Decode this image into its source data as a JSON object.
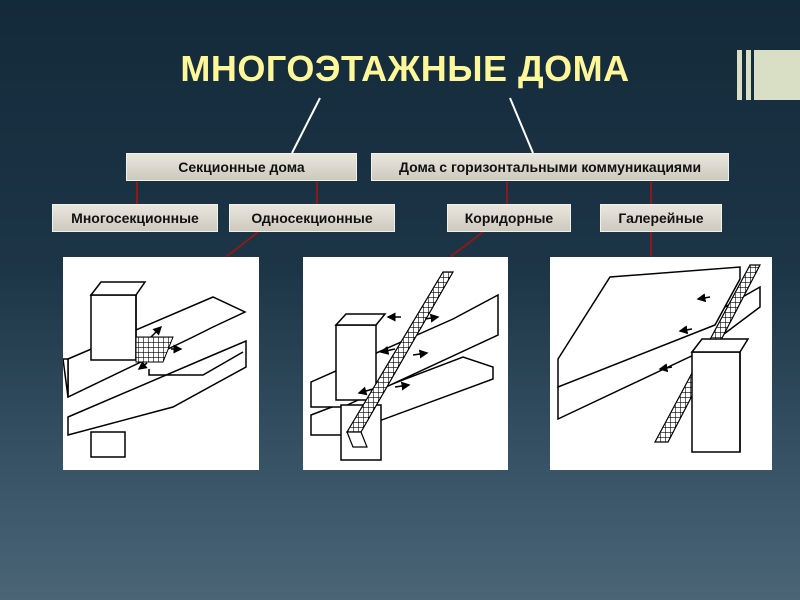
{
  "slide": {
    "title": "МНОГОЭТАЖНЫЕ ДОМА"
  },
  "diagram": {
    "level1": {
      "sectional": "Секционные дома",
      "horizontal": "Дома с горизонтальными коммуникациями"
    },
    "level2": {
      "multi_section": "Многосекционные",
      "single_section": "Односекционные",
      "corridor": "Коридорные",
      "gallery": "Галерейные"
    }
  },
  "colors": {
    "title": "#fdf79a",
    "connector_top": "#ffffff",
    "connector_low": "#8b1a1a",
    "box_fill": "#dcd8cf"
  }
}
